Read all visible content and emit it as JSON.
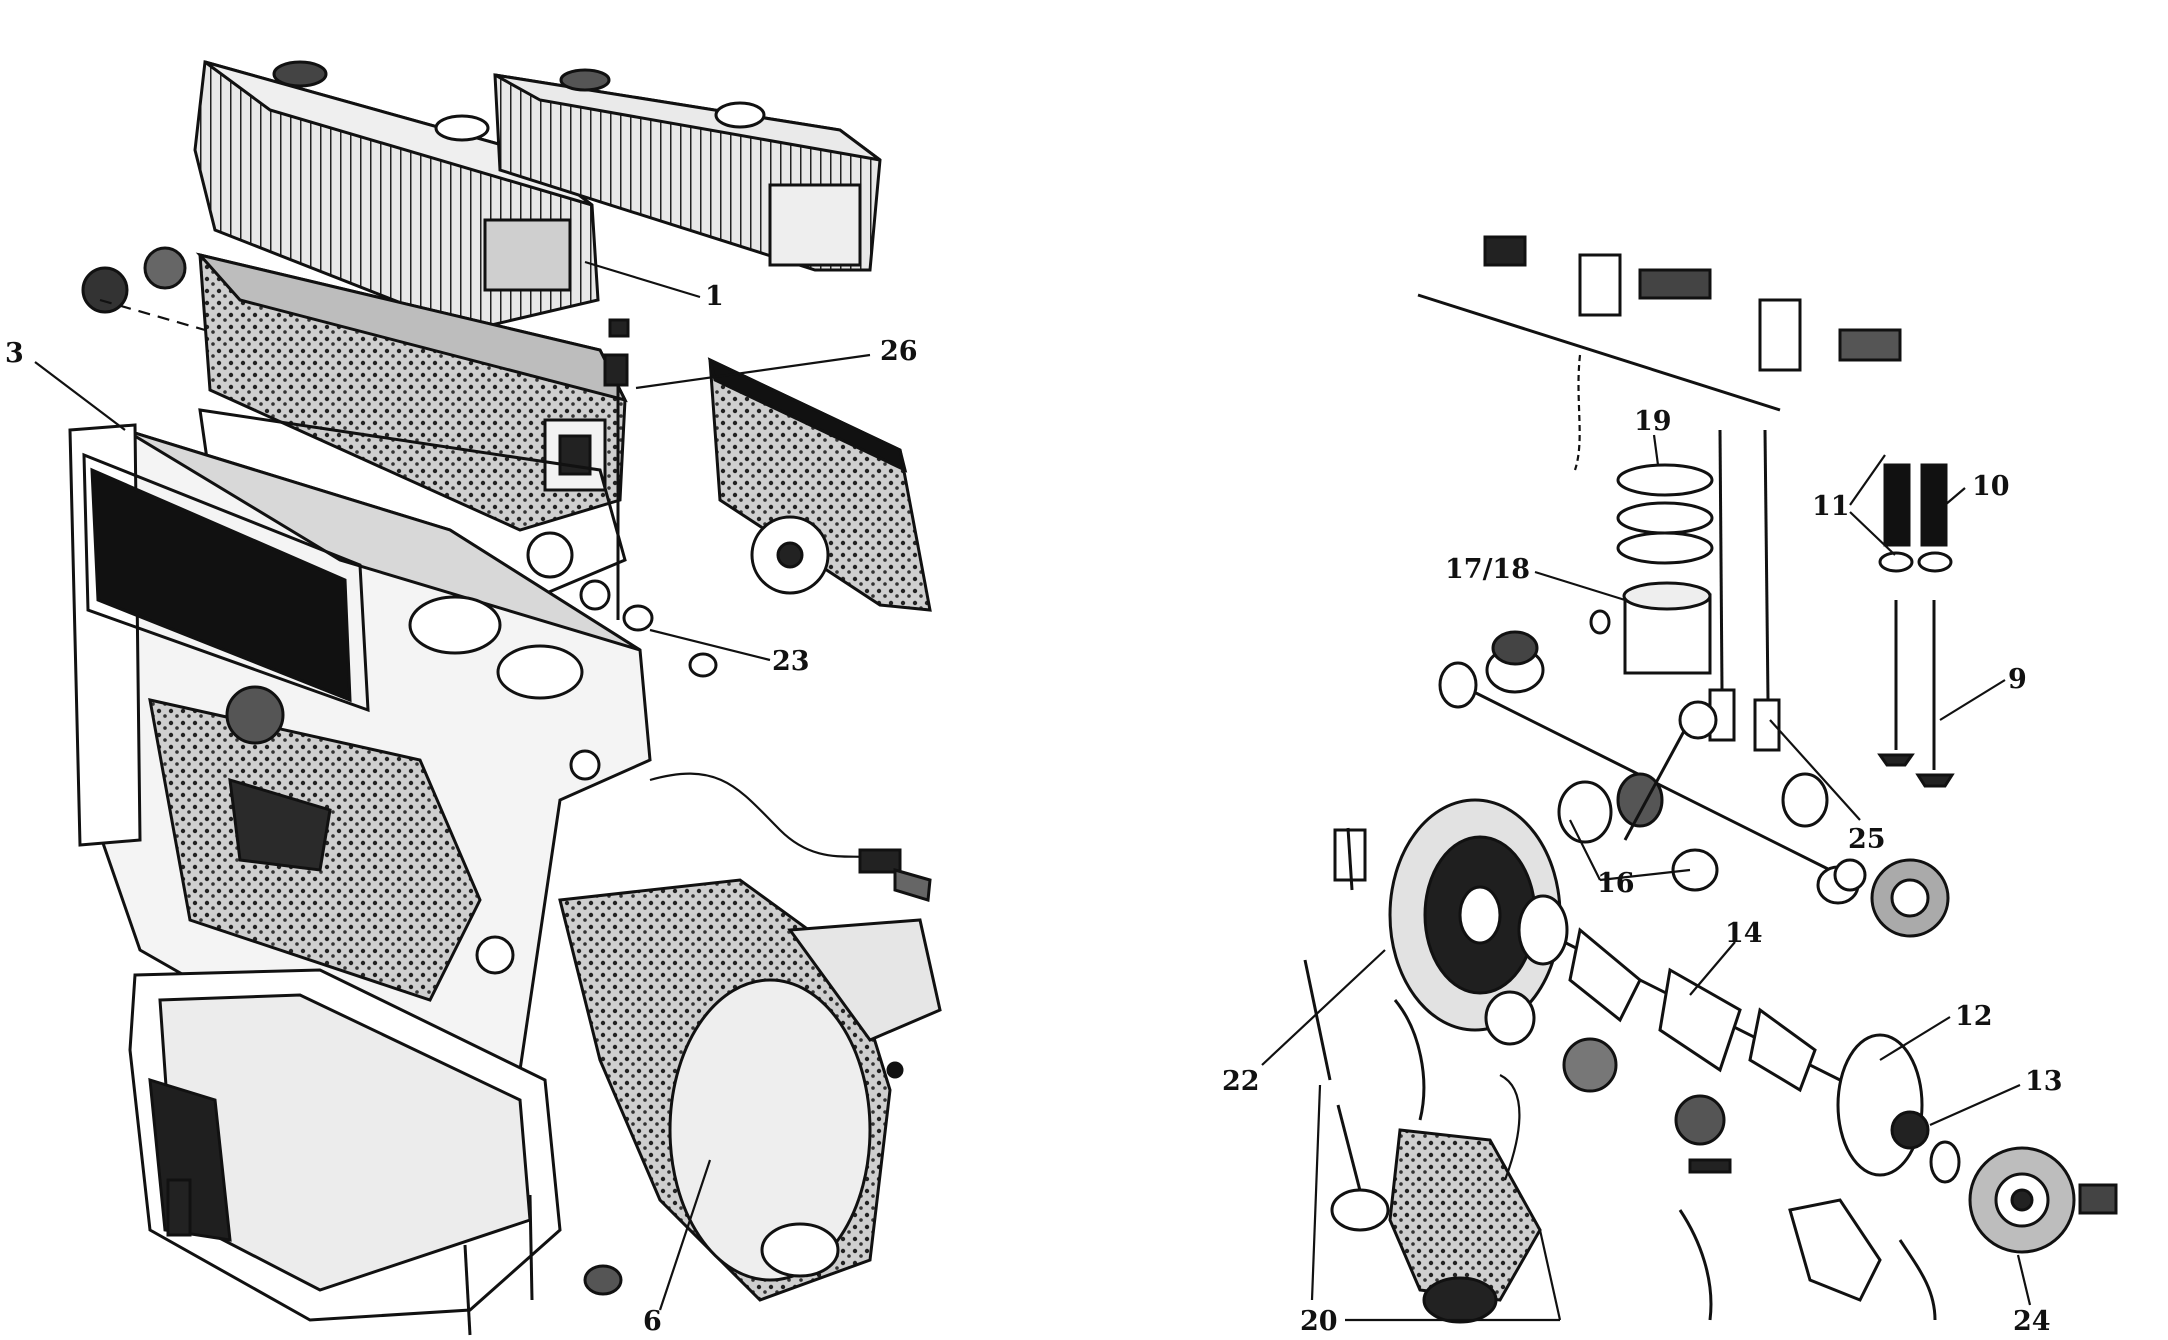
{
  "diagram": {
    "callouts": {
      "c1": "1",
      "c3": "3",
      "c26": "26",
      "c23": "23",
      "c6": "6",
      "c19": "19",
      "c17_18": "17/18",
      "c11": "11",
      "c10": "10",
      "c9": "9",
      "c25": "25",
      "c16": "16",
      "c14": "14",
      "c12": "12",
      "c13": "13",
      "c22": "22",
      "c20": "20",
      "c24": "24"
    }
  }
}
